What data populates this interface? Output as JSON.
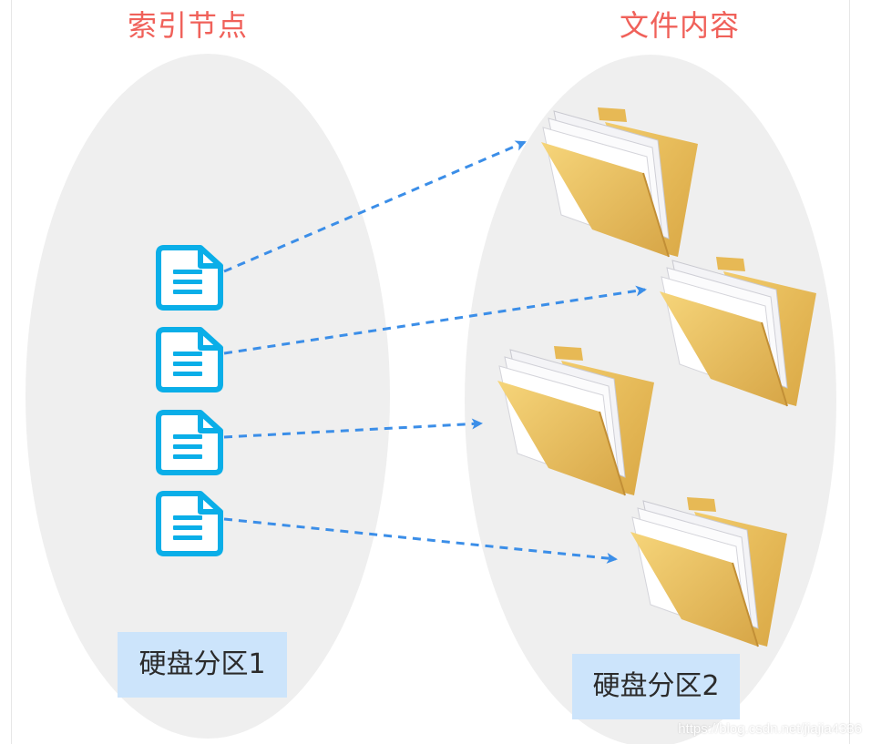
{
  "left_group": {
    "title": "索引节点",
    "partition_label": "硬盘分区1",
    "items": [
      {
        "icon": "document-icon"
      },
      {
        "icon": "document-icon"
      },
      {
        "icon": "document-icon"
      },
      {
        "icon": "document-icon"
      }
    ]
  },
  "right_group": {
    "title": "文件内容",
    "partition_label": "硬盘分区2",
    "items": [
      {
        "icon": "folder-icon"
      },
      {
        "icon": "folder-icon"
      },
      {
        "icon": "folder-icon"
      },
      {
        "icon": "folder-icon"
      }
    ]
  },
  "links": [
    {
      "from": 0,
      "to": 0
    },
    {
      "from": 1,
      "to": 1
    },
    {
      "from": 2,
      "to": 2
    },
    {
      "from": 3,
      "to": 3
    }
  ],
  "watermark": "https://blog.csdn.net/jiajia4336",
  "colors": {
    "title": "#f0615a",
    "ellipse": "#efefef",
    "document": "#0aaee8",
    "arrow": "#3b8ee8",
    "label_bg": "#cce4fb",
    "folder": "#e8bd5a"
  }
}
